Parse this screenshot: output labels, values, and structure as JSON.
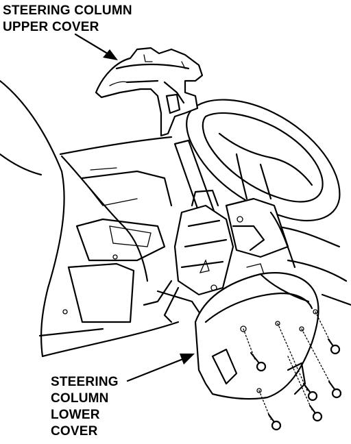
{
  "labels": {
    "upper_cover": [
      "STEERING COLUMN",
      "UPPER COVER"
    ],
    "lower_cover": [
      "STEERING",
      "COLUMN",
      "LOWER",
      "COVER"
    ]
  },
  "colors": {
    "line": "#000000",
    "background": "#ffffff"
  }
}
